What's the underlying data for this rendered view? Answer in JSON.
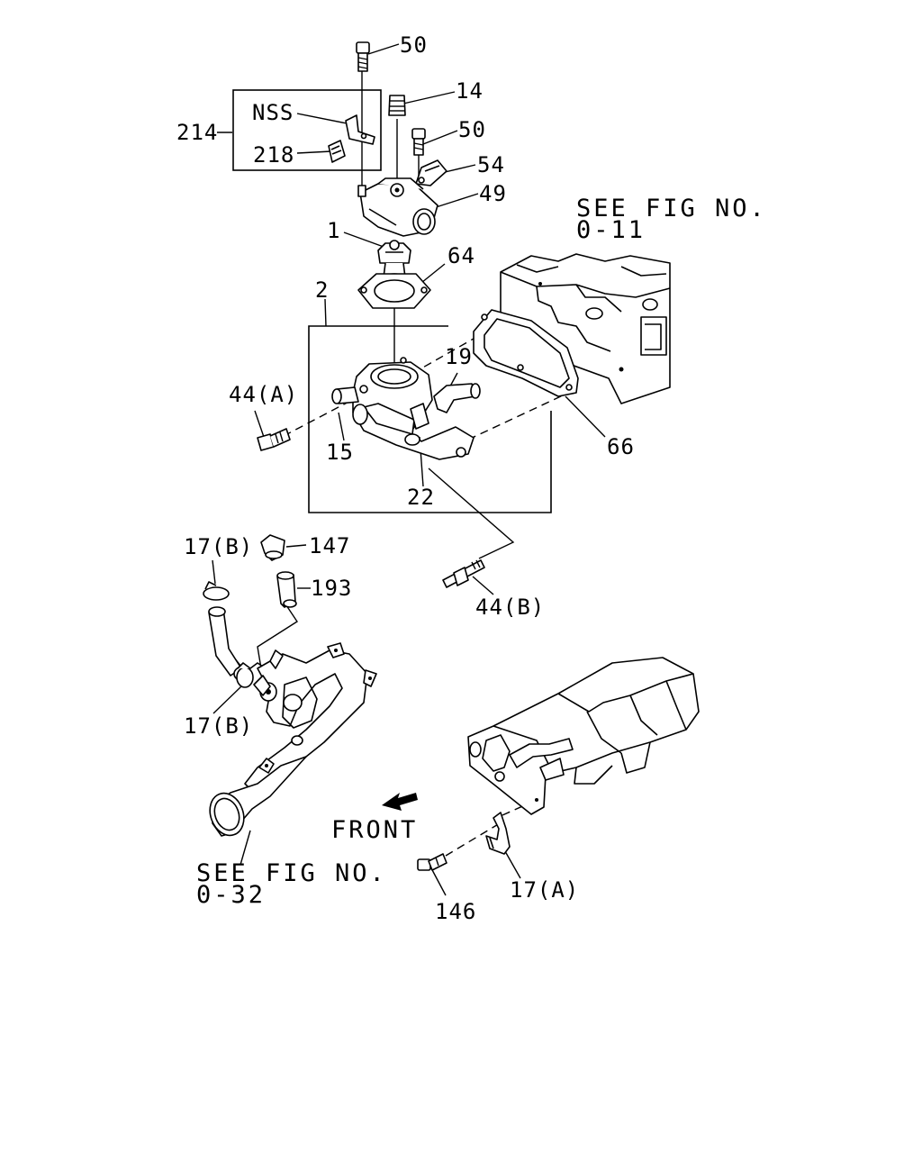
{
  "labels": {
    "p50a": "50",
    "p14": "14",
    "p50b": "50",
    "p54": "54",
    "p49": "49",
    "p214": "214",
    "nss": "NSS",
    "p218": "218",
    "p1": "1",
    "p64": "64",
    "p2": "2",
    "p19": "19",
    "p44a": "44(A)",
    "p15": "15",
    "p22": "22",
    "p66": "66",
    "p17b_top": "17(B)",
    "p147": "147",
    "p193": "193",
    "p44b": "44(B)",
    "p17b_bottom": "17(B)",
    "p146": "146",
    "p17a": "17(A)"
  },
  "references": {
    "see_fig_top_line1": "SEE FIG NO.",
    "see_fig_top_line2": "0-11",
    "see_fig_bottom_line1": "SEE FIG NO.",
    "see_fig_bottom_line2": "0-32"
  },
  "direction": {
    "front": "FRONT",
    "arrow_icon": "front-arrow-icon"
  }
}
